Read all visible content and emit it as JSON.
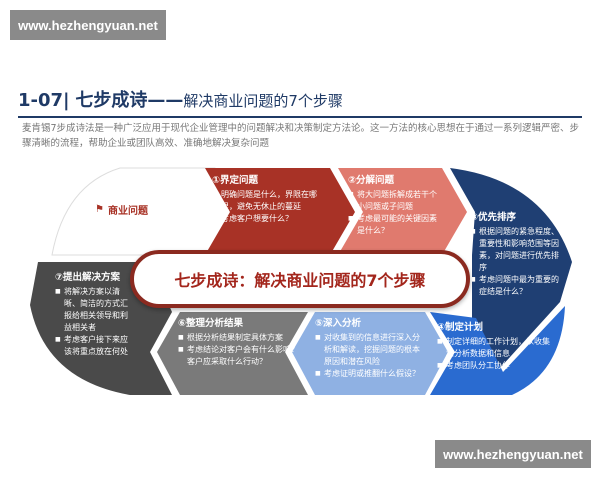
{
  "watermark": "www.hezhengyuan.net",
  "title": {
    "code": "1-07",
    "sep": "|",
    "main": "七步成诗",
    "dash": "——",
    "sub": "解决商业问题的7个步骤"
  },
  "intro": "麦肯锡7步成诗法是一种广泛应用于现代企业管理中的问题解决和决策制定方法论。这一方法的核心思想在于通过一系列逻辑严密、步骤清晰的流程，帮助企业或团队高效、准确地解决复杂问题",
  "core": {
    "icon": "flag-icon",
    "label": "商业问题"
  },
  "banner": "七步成诗：解决商业问题的7个步骤",
  "colors": {
    "step1": "#a83226",
    "step2": "#e07a6e",
    "step3": "#1f3f73",
    "step4": "#2a6bd0",
    "step5": "#8fb1e3",
    "step6": "#7a7a7a",
    "step7": "#4a4a4a",
    "title": "#1f3a66"
  },
  "steps": [
    {
      "title": "①界定问题",
      "points": [
        "明确问题是什么，界限在哪里，避免无休止的蔓延",
        "考虑客户想要什么？"
      ]
    },
    {
      "title": "②分解问题",
      "points": [
        "将大问题拆解成若干个小问题或子问题",
        "考虑最可能的关键因素是什么？"
      ]
    },
    {
      "title": "③优先排序",
      "points": [
        "根据问题的紧急程度、重要性和影响范围等因素，对问题进行优先排序",
        "考虑问题中最为重要的症结是什么？"
      ]
    },
    {
      "title": "④制定计划",
      "points": [
        "制定详细的工作计划，以收集和分析数据和信息",
        "考虑团队分工协作"
      ]
    },
    {
      "title": "⑤深入分析",
      "points": [
        "对收集到的信息进行深入分析和解读，挖掘问题的根本原因和潜在风险",
        "考虑证明或推翻什么假设？"
      ]
    },
    {
      "title": "⑥整理分析结果",
      "points": [
        "根据分析结果制定具体方案",
        "考虑结论对客户会有什么影响？客户应采取什么行动？"
      ]
    },
    {
      "title": "⑦提出解决方案",
      "points": [
        "将解决方案以清晰、简洁的方式汇报给相关领导和利益相关者",
        "考虑客户接下来应该将重点放在何处"
      ]
    }
  ]
}
